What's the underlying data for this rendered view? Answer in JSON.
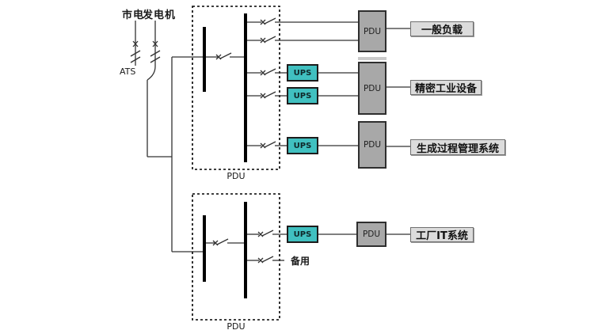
{
  "diagram": {
    "sources": [
      {
        "label": "市电"
      },
      {
        "label": "发电机"
      }
    ],
    "ats": {
      "label": "ATS"
    },
    "pdu_panels": [
      {
        "label": "PDU"
      },
      {
        "label": "PDU"
      }
    ],
    "ups_units": [
      {
        "label": "UPS"
      },
      {
        "label": "UPS"
      },
      {
        "label": "UPS"
      },
      {
        "label": "UPS"
      }
    ],
    "pdu_boxes": [
      {
        "label": "PDU"
      },
      {
        "label": "PDU"
      },
      {
        "label": "PDU"
      },
      {
        "label": "PDU"
      }
    ],
    "loads": [
      {
        "label": "一般负载"
      },
      {
        "label": "精密工业设备"
      },
      {
        "label": "生成过程管理系统"
      },
      {
        "label": "工厂IT系统"
      }
    ],
    "spare": {
      "label": "备用"
    },
    "colors": {
      "ups_fill": "#40C0C0",
      "pdu_fill": "#A8A8A8",
      "load_fill": "#DCDCDC",
      "line": "#333333"
    }
  }
}
